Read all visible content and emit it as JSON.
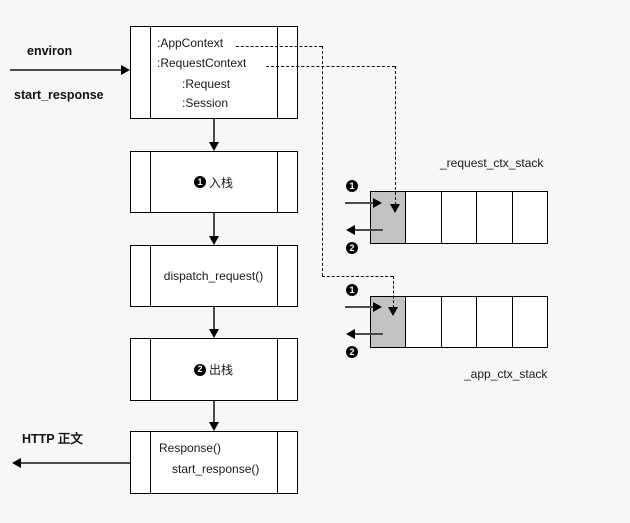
{
  "colors": {
    "background": "#f7f7f7",
    "box_fill": "#ffffff",
    "border": "#000000",
    "active_cell_fill": "#c3c3c3"
  },
  "labels": {
    "environ": "environ",
    "start_response": "start_response",
    "http_body": "HTTP 正文"
  },
  "context_box": {
    "app_context": ":AppContext",
    "request_context": ":RequestContext",
    "request": ":Request",
    "session": ":Session"
  },
  "push_box": {
    "badge": "1",
    "label": "入栈"
  },
  "dispatch_box": {
    "label": "dispatch_request()"
  },
  "pop_box": {
    "badge": "2",
    "label": "出栈"
  },
  "response_box": {
    "response": "Response()",
    "start_response": "start_response()"
  },
  "request_stack": {
    "title": "_request_ctx_stack",
    "cell_count": 5,
    "active_cell": 1,
    "push_badge": "1",
    "pop_badge": "2"
  },
  "app_stack": {
    "title": "_app_ctx_stack",
    "cell_count": 5,
    "active_cell": 1,
    "push_badge": "1",
    "pop_badge": "2"
  }
}
